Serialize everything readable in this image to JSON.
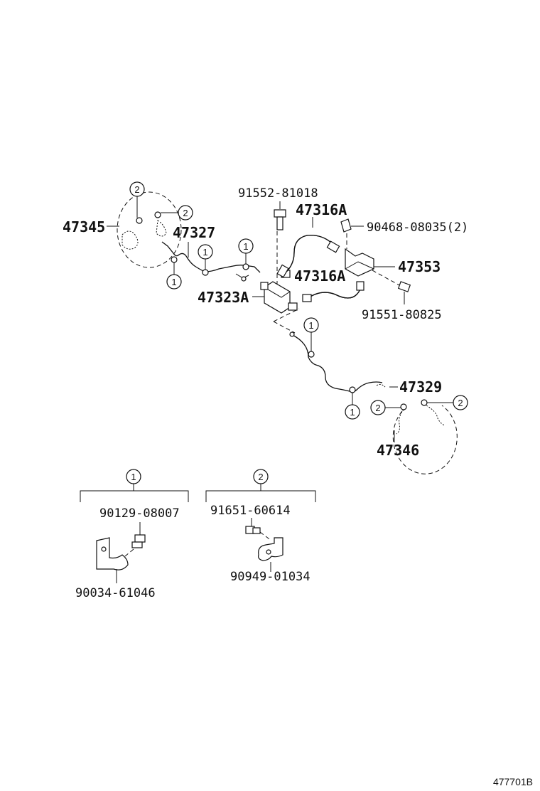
{
  "part_numbers": {
    "p47345": "47345",
    "p47327": "47327",
    "p47323A": "47323A",
    "p91552": "91552-81018",
    "p47316A_upper": "47316A",
    "p47316A_lower": "47316A",
    "p90468": "90468-08035(2)",
    "p47353": "47353",
    "p91551": "91551-80825",
    "p47329": "47329",
    "p47346": "47346"
  },
  "callouts": {
    "one": "1",
    "two": "2"
  },
  "legend": {
    "group1": {
      "marker": "1",
      "bolt": "90129-08007",
      "clamp": "90034-61046"
    },
    "group2": {
      "marker": "2",
      "bolt": "91651-60614",
      "clamp": "90949-01034"
    }
  },
  "figure_id": "477701B"
}
